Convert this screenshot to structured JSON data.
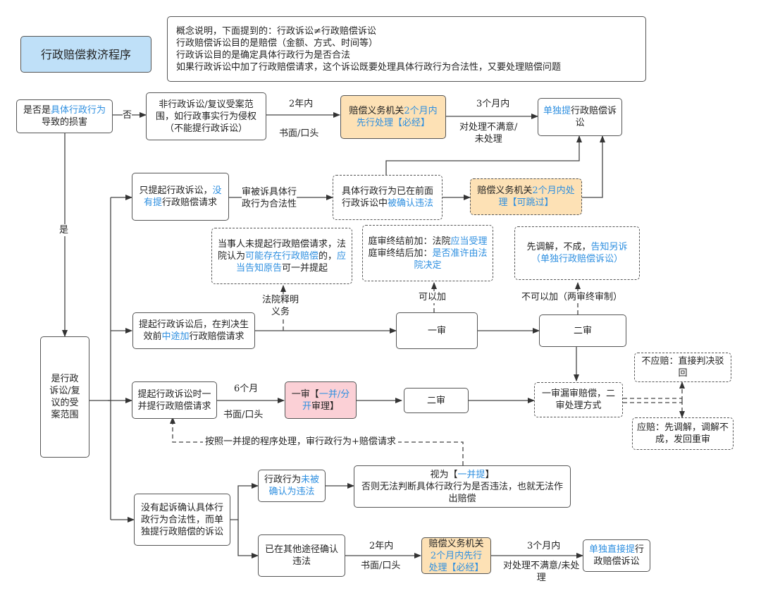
{
  "title": "行政赔偿救济程序",
  "concept_note": {
    "lines": [
      "概念说明，下面提到的：行政诉讼≠行政赔偿诉讼",
      "行政赔偿诉讼目的是赔偿（金额、方式、时间等）",
      "行政诉讼目的是确定具体行政行为是否合法",
      "如果行政诉讼中加了行政赔偿请求，这个诉讼既要处理具体行政行为合法性，又要处理赔偿问题"
    ]
  },
  "nodes": {
    "start": {
      "parts": [
        {
          "t": "是否是"
        },
        {
          "t": "具体行政行为",
          "blue": true
        },
        {
          "t": "导致的损害"
        }
      ]
    },
    "non_scope": {
      "parts": [
        {
          "t": "非行政诉讼/复议受案范围，如行政事实行为侵权（不能提行政诉讼）"
        }
      ]
    },
    "prior_handling_top": {
      "parts": [
        {
          "t": "赔偿义务机关"
        },
        {
          "t": "2个月内先行处理【必经】",
          "blue": true
        }
      ]
    },
    "separate_suit_top": {
      "parts": [
        {
          "t": "单独提",
          "blue": true
        },
        {
          "t": "行政赔偿诉讼"
        }
      ]
    },
    "in_scope": {
      "parts": [
        {
          "t": "是行政诉讼/复议的受案范围"
        }
      ]
    },
    "only_admin": {
      "parts": [
        {
          "t": "只提起行政诉讼，"
        },
        {
          "t": "没有提",
          "blue": true
        },
        {
          "t": "行政赔偿请求"
        }
      ]
    },
    "confirmed_illegal": {
      "parts": [
        {
          "t": "具体行政行为已在前面行政诉讼中"
        },
        {
          "t": "被确认违法",
          "blue": true
        }
      ]
    },
    "handle_skip": {
      "parts": [
        {
          "t": "赔偿义务机关"
        },
        {
          "t": "2个月内处理【可跳过】",
          "blue": true
        }
      ]
    },
    "court_notify": {
      "parts": [
        {
          "t": "当事人未提起行政赔偿请求，法院认为"
        },
        {
          "t": "可能存在行政赔偿",
          "blue": true
        },
        {
          "t": "的，"
        },
        {
          "t": "应当告知原告",
          "blue": true
        },
        {
          "t": "可一并提起"
        }
      ]
    },
    "add_before_after": {
      "parts": [
        {
          "t": "庭审终结前加：法院"
        },
        {
          "t": "应当受理",
          "blue": true
        },
        {
          "t": "\n庭审终结后加："
        },
        {
          "t": "是否准许由法院决定",
          "blue": true
        }
      ]
    },
    "mediate_first": {
      "parts": [
        {
          "t": "先调解，不成，"
        },
        {
          "t": "告知另诉（单独行政赔偿诉讼）",
          "blue": true
        }
      ]
    },
    "midway_add": {
      "parts": [
        {
          "t": "提起行政诉讼后，在判决生效前"
        },
        {
          "t": "中途加",
          "blue": true
        },
        {
          "t": "行政赔偿请求"
        }
      ]
    },
    "first_trial": {
      "parts": [
        {
          "t": "一审"
        }
      ]
    },
    "second_trial": {
      "parts": [
        {
          "t": "二审"
        }
      ]
    },
    "joint_request": {
      "parts": [
        {
          "t": "提起行政诉讼时一并提行政赔偿请求"
        }
      ]
    },
    "first_trial_joint": {
      "parts": [
        {
          "t": "一审【"
        },
        {
          "t": "一并/分开",
          "blue": true
        },
        {
          "t": "审理】"
        }
      ]
    },
    "second_trial_joint": {
      "parts": [
        {
          "t": "二审"
        }
      ]
    },
    "missed_comp": {
      "parts": [
        {
          "t": "一审漏审赔偿，二审处理方式"
        }
      ]
    },
    "no_comp": {
      "parts": [
        {
          "t": "不应赔：直接判决驳回"
        }
      ]
    },
    "should_comp": {
      "parts": [
        {
          "t": "应赔：先调解，调解不成，发回重审"
        }
      ]
    },
    "no_suit_separate": {
      "parts": [
        {
          "t": "没有起诉确认具体行政行为合法性，而单独提行政赔偿的诉讼"
        }
      ]
    },
    "not_confirmed": {
      "parts": [
        {
          "t": "行政行为"
        },
        {
          "t": "未被确认为违法",
          "blue": true
        }
      ]
    },
    "deemed_joint": {
      "parts": [
        {
          "t": "视为【"
        },
        {
          "t": "一并提",
          "blue": true
        },
        {
          "t": "】\n否则无法判断具体行政行为是否违法，也就无法作出赔偿"
        }
      ]
    },
    "confirmed_other": {
      "parts": [
        {
          "t": "已在其他途径确认违法"
        }
      ]
    },
    "prior_handling_bottom": {
      "parts": [
        {
          "t": "赔偿义务机关"
        },
        {
          "t": "2个月内先行处理【必经】",
          "blue": true
        }
      ]
    },
    "separate_suit_bottom": {
      "parts": [
        {
          "t": "单独直接提",
          "blue": true
        },
        {
          "t": "行政赔偿诉讼"
        }
      ]
    }
  },
  "edge_labels": {
    "no": "否",
    "yes": "是",
    "two_years_top": "2年内",
    "written_oral_top": "书面/口头",
    "three_months_top": "3个月内",
    "unsatisfied_top": "对处理不满意/\n未处理",
    "review_legality": "审被诉具体行\n政行为合法性",
    "court_duty": "法院释明\n义务",
    "can_add": "可以加",
    "cannot_add": "不可以加（两审终审制）",
    "six_months": "6个月",
    "written_oral_mid": "书面/口头",
    "process_joint": "按照一并提的程序处理，审行政行为+赔偿请求",
    "two_years_bottom": "2年内",
    "written_oral_bottom": "书面/口头",
    "three_months_bottom": "3个月内",
    "unsatisfied_bottom": "对处理不满意/未处\n理"
  },
  "colors": {
    "blue_text": "#2e8fe0",
    "title_fill": "#bfe0f8",
    "orange_fill": "#fde1b5",
    "pink_fill": "#fbd0d6",
    "line": "#444444"
  }
}
